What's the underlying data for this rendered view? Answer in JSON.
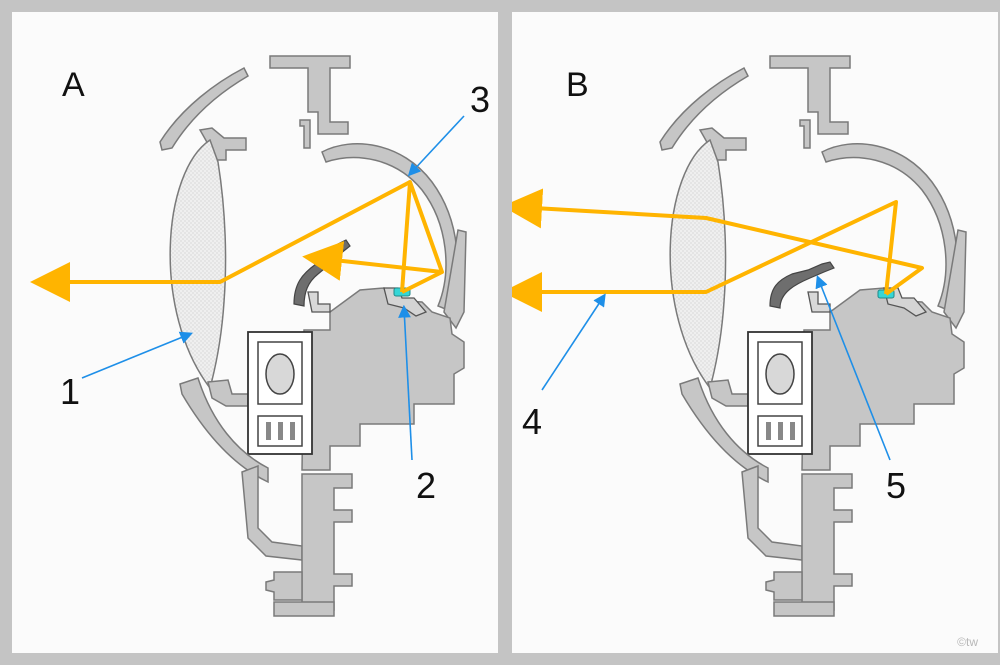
{
  "panels": [
    {
      "title": "A",
      "callouts": [
        {
          "label": "1"
        },
        {
          "label": "2"
        },
        {
          "label": "3"
        }
      ]
    },
    {
      "title": "B",
      "callouts": [
        {
          "label": "4"
        },
        {
          "label": "5"
        }
      ]
    }
  ],
  "copyright": "©tw",
  "colors": {
    "light_ray": "#ffb400",
    "leader_line": "#1e8fe8",
    "housing_fill": "#c6c6c6",
    "housing_stroke": "#7a7a7a",
    "lens_fill": "#ededed",
    "led_chip": "#35d6d6",
    "frame": "#c4c4c4"
  }
}
